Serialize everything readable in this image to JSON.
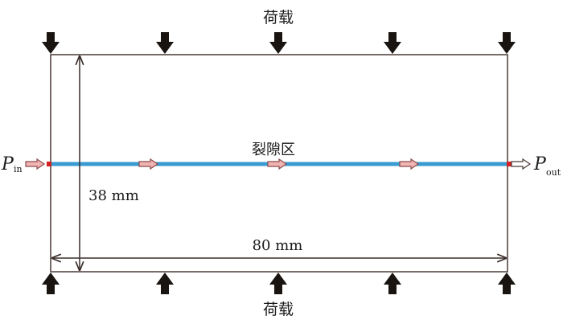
{
  "labels": {
    "load_top": "荷载",
    "load_bottom": "荷载",
    "fracture_zone": "裂隙区",
    "height_dim": "38 mm",
    "width_dim": "80 mm",
    "p_in_main": "P",
    "p_in_sub": "in",
    "p_out_main": "P",
    "p_out_sub": "out"
  },
  "colors": {
    "fracture": "#3a9bd2",
    "flow_arrow_fill": "#f2b3b3",
    "flow_arrow_stroke": "#8a4a4a",
    "load_arrow": "#1a1410",
    "outline": "#4a3a36"
  }
}
